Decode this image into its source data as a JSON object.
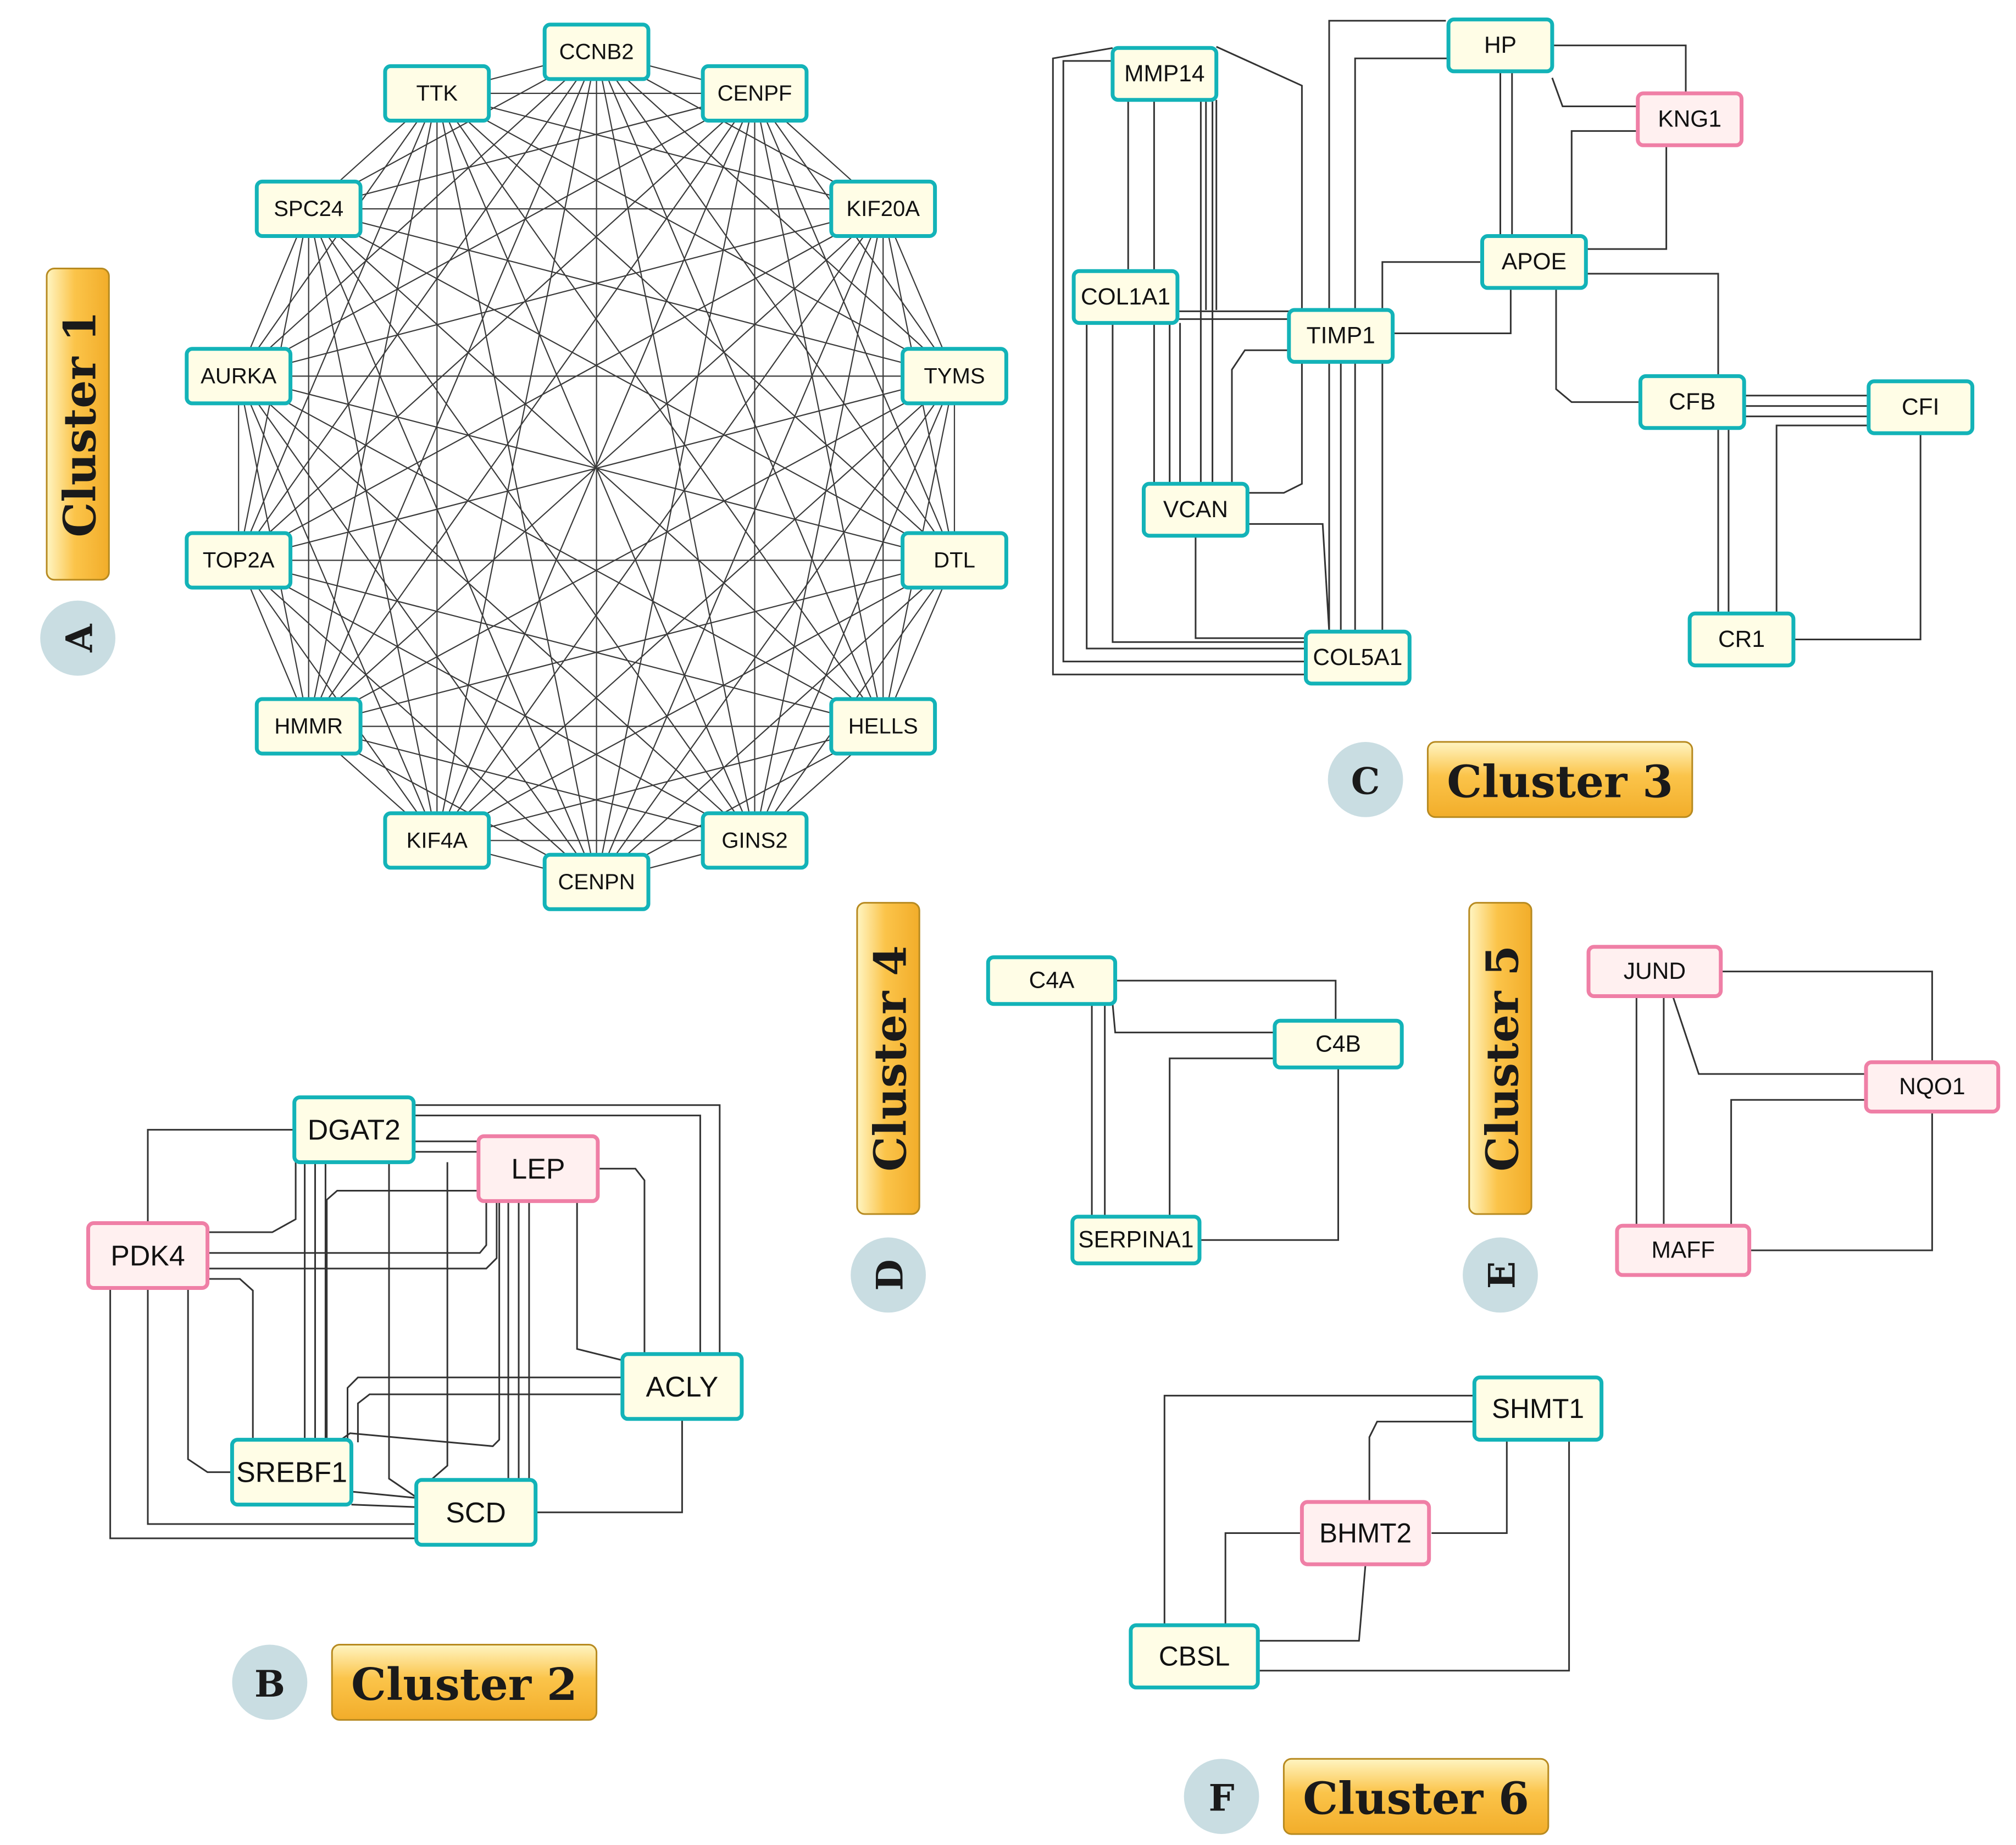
{
  "colors": {
    "protein_node_border": "#13b3b8",
    "highlight_node_border": "#ef7fa6",
    "cluster_tag_fill": "#fbc44a"
  },
  "panels": {
    "A": {
      "letter": "A",
      "title": "Cluster 1",
      "nodes": [
        "CCNB2",
        "CENPF",
        "KIF20A",
        "TYMS",
        "DTL",
        "HELLS",
        "GINS2",
        "CENPN",
        "KIF4A",
        "HMMR",
        "TOP2A",
        "AURKA",
        "SPC24",
        "TTK"
      ]
    },
    "B": {
      "letter": "B",
      "title": "Cluster 2",
      "nodes": [
        "DGAT2",
        "LEP",
        "PDK4",
        "ACLY",
        "SREBF1",
        "SCD"
      ]
    },
    "C": {
      "letter": "C",
      "title": "Cluster 3",
      "nodes": [
        "MMP14",
        "HP",
        "KNG1",
        "APOE",
        "COL1A1",
        "TIMP1",
        "CFB",
        "CFI",
        "VCAN",
        "COL5A1",
        "CR1"
      ]
    },
    "D": {
      "letter": "D",
      "title": "Cluster 4",
      "nodes": [
        "C4A",
        "C4B",
        "SERPINA1"
      ]
    },
    "E": {
      "letter": "E",
      "title": "Cluster 5",
      "nodes": [
        "JUND",
        "NQO1",
        "MAFF"
      ]
    },
    "F": {
      "letter": "F",
      "title": "Cluster 6",
      "nodes": [
        "SHMT1",
        "BHMT2",
        "CBSL"
      ]
    }
  }
}
